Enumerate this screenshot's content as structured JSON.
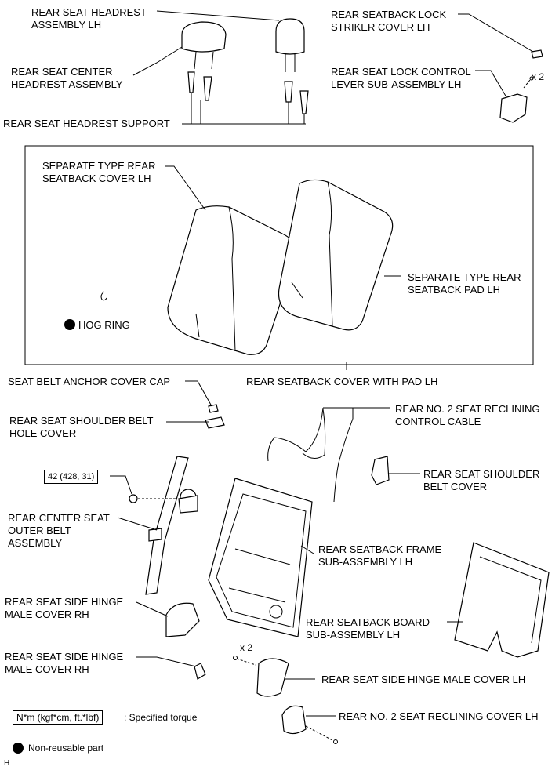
{
  "labels": {
    "headrest_lh": [
      "REAR SEAT HEADREST",
      "ASSEMBLY LH"
    ],
    "center_headrest": [
      "REAR SEAT CENTER",
      "HEADREST ASSEMBLY"
    ],
    "headrest_support": [
      "REAR SEAT HEADREST SUPPORT"
    ],
    "lock_striker_cover": [
      "REAR SEATBACK LOCK",
      "STRIKER COVER LH"
    ],
    "lock_control_lever": [
      "REAR SEAT LOCK CONTROL",
      "LEVER SUB-ASSEMBLY LH"
    ],
    "lever_count": "x 2",
    "seatback_cover": [
      "SEPARATE TYPE REAR",
      "SEATBACK COVER LH"
    ],
    "seatback_pad": [
      "SEPARATE TYPE REAR",
      "SEATBACK PAD LH"
    ],
    "hog_ring": "HOG RING",
    "cover_with_pad": "REAR SEATBACK COVER WITH PAD LH",
    "anchor_cover_cap": [
      "SEAT BELT ANCHOR COVER CAP"
    ],
    "shoulder_belt_hole_cover": [
      "REAR SEAT SHOULDER BELT",
      "HOLE COVER"
    ],
    "reclining_cable": [
      "REAR NO. 2 SEAT RECLINING",
      "CONTROL CABLE"
    ],
    "shoulder_belt_cover": [
      "REAR SEAT SHOULDER",
      "BELT COVER"
    ],
    "torque_value": "42 (428, 31)",
    "center_outer_belt": [
      "REAR CENTER SEAT",
      "OUTER BELT",
      "ASSEMBLY"
    ],
    "frame": [
      "REAR SEATBACK FRAME",
      "SUB-ASSEMBLY LH"
    ],
    "hinge_cover_rh_1": [
      "REAR SEAT SIDE HINGE",
      "MALE COVER RH"
    ],
    "board": [
      "REAR SEATBACK BOARD",
      "SUB-ASSEMBLY LH"
    ],
    "hinge_cover_rh_2": [
      "REAR SEAT SIDE HINGE",
      "MALE COVER RH"
    ],
    "screw_count": "x 2",
    "hinge_cover_lh": [
      "REAR SEAT SIDE HINGE MALE COVER LH"
    ],
    "reclining_cover": [
      "REAR NO. 2 SEAT RECLINING COVER LH"
    ]
  },
  "legend": {
    "torque_unit": "N*m (kgf*cm, ft.*lbf)",
    "torque_desc": ": Specified torque",
    "nonreusable": "Non-reusable part",
    "corner_mark": "H"
  }
}
